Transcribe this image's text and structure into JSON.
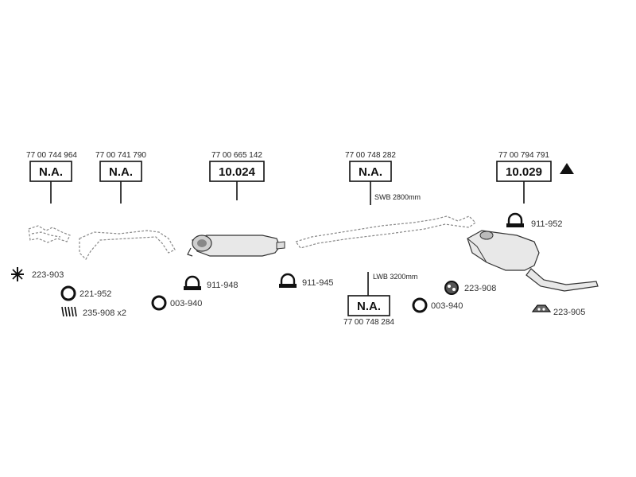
{
  "parts": [
    {
      "oem": "77 00 744 964",
      "code": "N.A."
    },
    {
      "oem": "77 00 741 790",
      "code": "N.A."
    },
    {
      "oem": "77 00 665 142",
      "code": "10.024"
    },
    {
      "oem": "77 00 748 282",
      "code": "N.A.",
      "note": "SWB 2800mm"
    },
    {
      "oem": "77 00 794 791",
      "code": "10.029"
    },
    {
      "oem": "77 00 748 284",
      "code": "N.A.",
      "note": "LWB 3200mm"
    }
  ],
  "accessories": [
    {
      "code": "223-903",
      "icon": "hanger-icon"
    },
    {
      "code": "221-952",
      "icon": "ring-gasket-icon"
    },
    {
      "code": "235-908 x2",
      "icon": "spring-icon"
    },
    {
      "code": "911-948",
      "icon": "clamp-icon"
    },
    {
      "code": "003-940",
      "icon": "ring-gasket-icon"
    },
    {
      "code": "911-945",
      "icon": "clamp-icon"
    },
    {
      "code": "003-940",
      "icon": "ring-gasket-icon"
    },
    {
      "code": "911-952",
      "icon": "clamp-icon"
    },
    {
      "code": "223-908",
      "icon": "rubber-mount-icon"
    },
    {
      "code": "223-905",
      "icon": "rubber-strap-icon"
    }
  ],
  "warning_icon": "warning-triangle-icon"
}
